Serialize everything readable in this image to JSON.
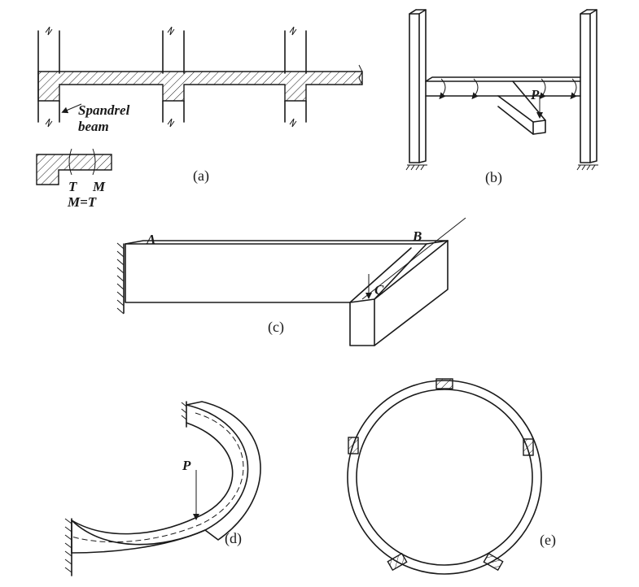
{
  "figure_a": {
    "caption": "(a)",
    "spandrel_line1": "Spandrel",
    "spandrel_line2": "beam",
    "label_t": "T",
    "label_m": "M",
    "relation": "M=T"
  },
  "figure_b": {
    "caption": "(b)",
    "load_label": "P"
  },
  "figure_c": {
    "caption": "(c)",
    "label_a": "A",
    "label_b": "B",
    "label_c": "C"
  },
  "figure_d": {
    "caption": "(d)",
    "load_label": "P"
  },
  "figure_e": {
    "caption": "(e)"
  },
  "colors": {
    "ink": "#1a1a1a",
    "background": "#ffffff"
  }
}
